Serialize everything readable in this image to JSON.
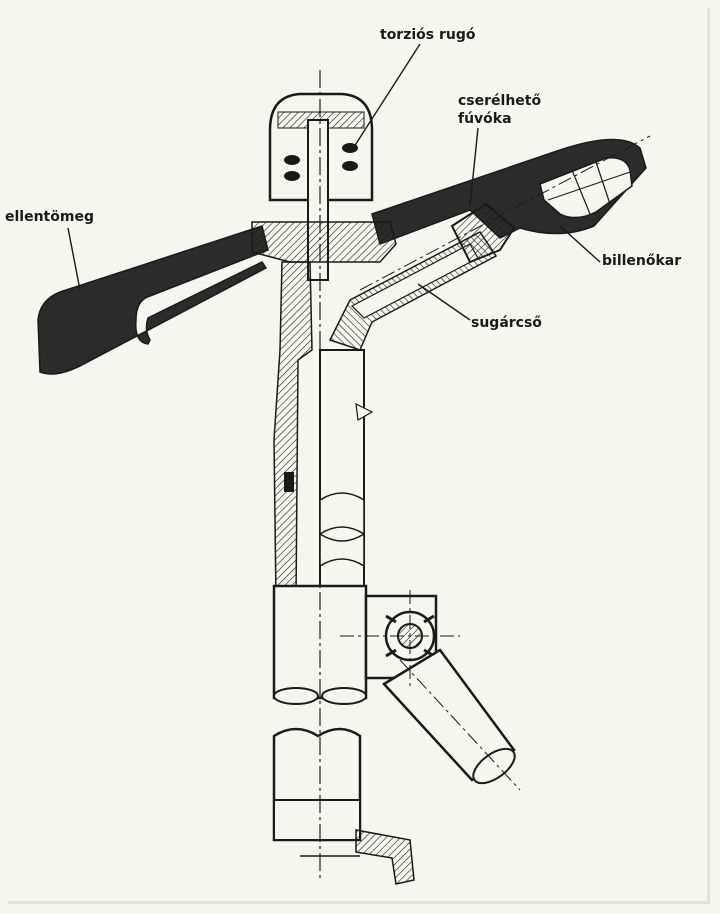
{
  "labels": {
    "torzios_rugo": "torziós rugó",
    "cserelheto_line1": "cserélhető",
    "cserelheto_line2": "fúvóka",
    "ellentomeg": "ellentömeg",
    "billenokar": "billenőkar",
    "sugarcso": "sugárcső"
  },
  "colors": {
    "ink": "#1a1a1a",
    "paper": "#f6f6f1",
    "dark_fill": "#2b2b2b"
  }
}
